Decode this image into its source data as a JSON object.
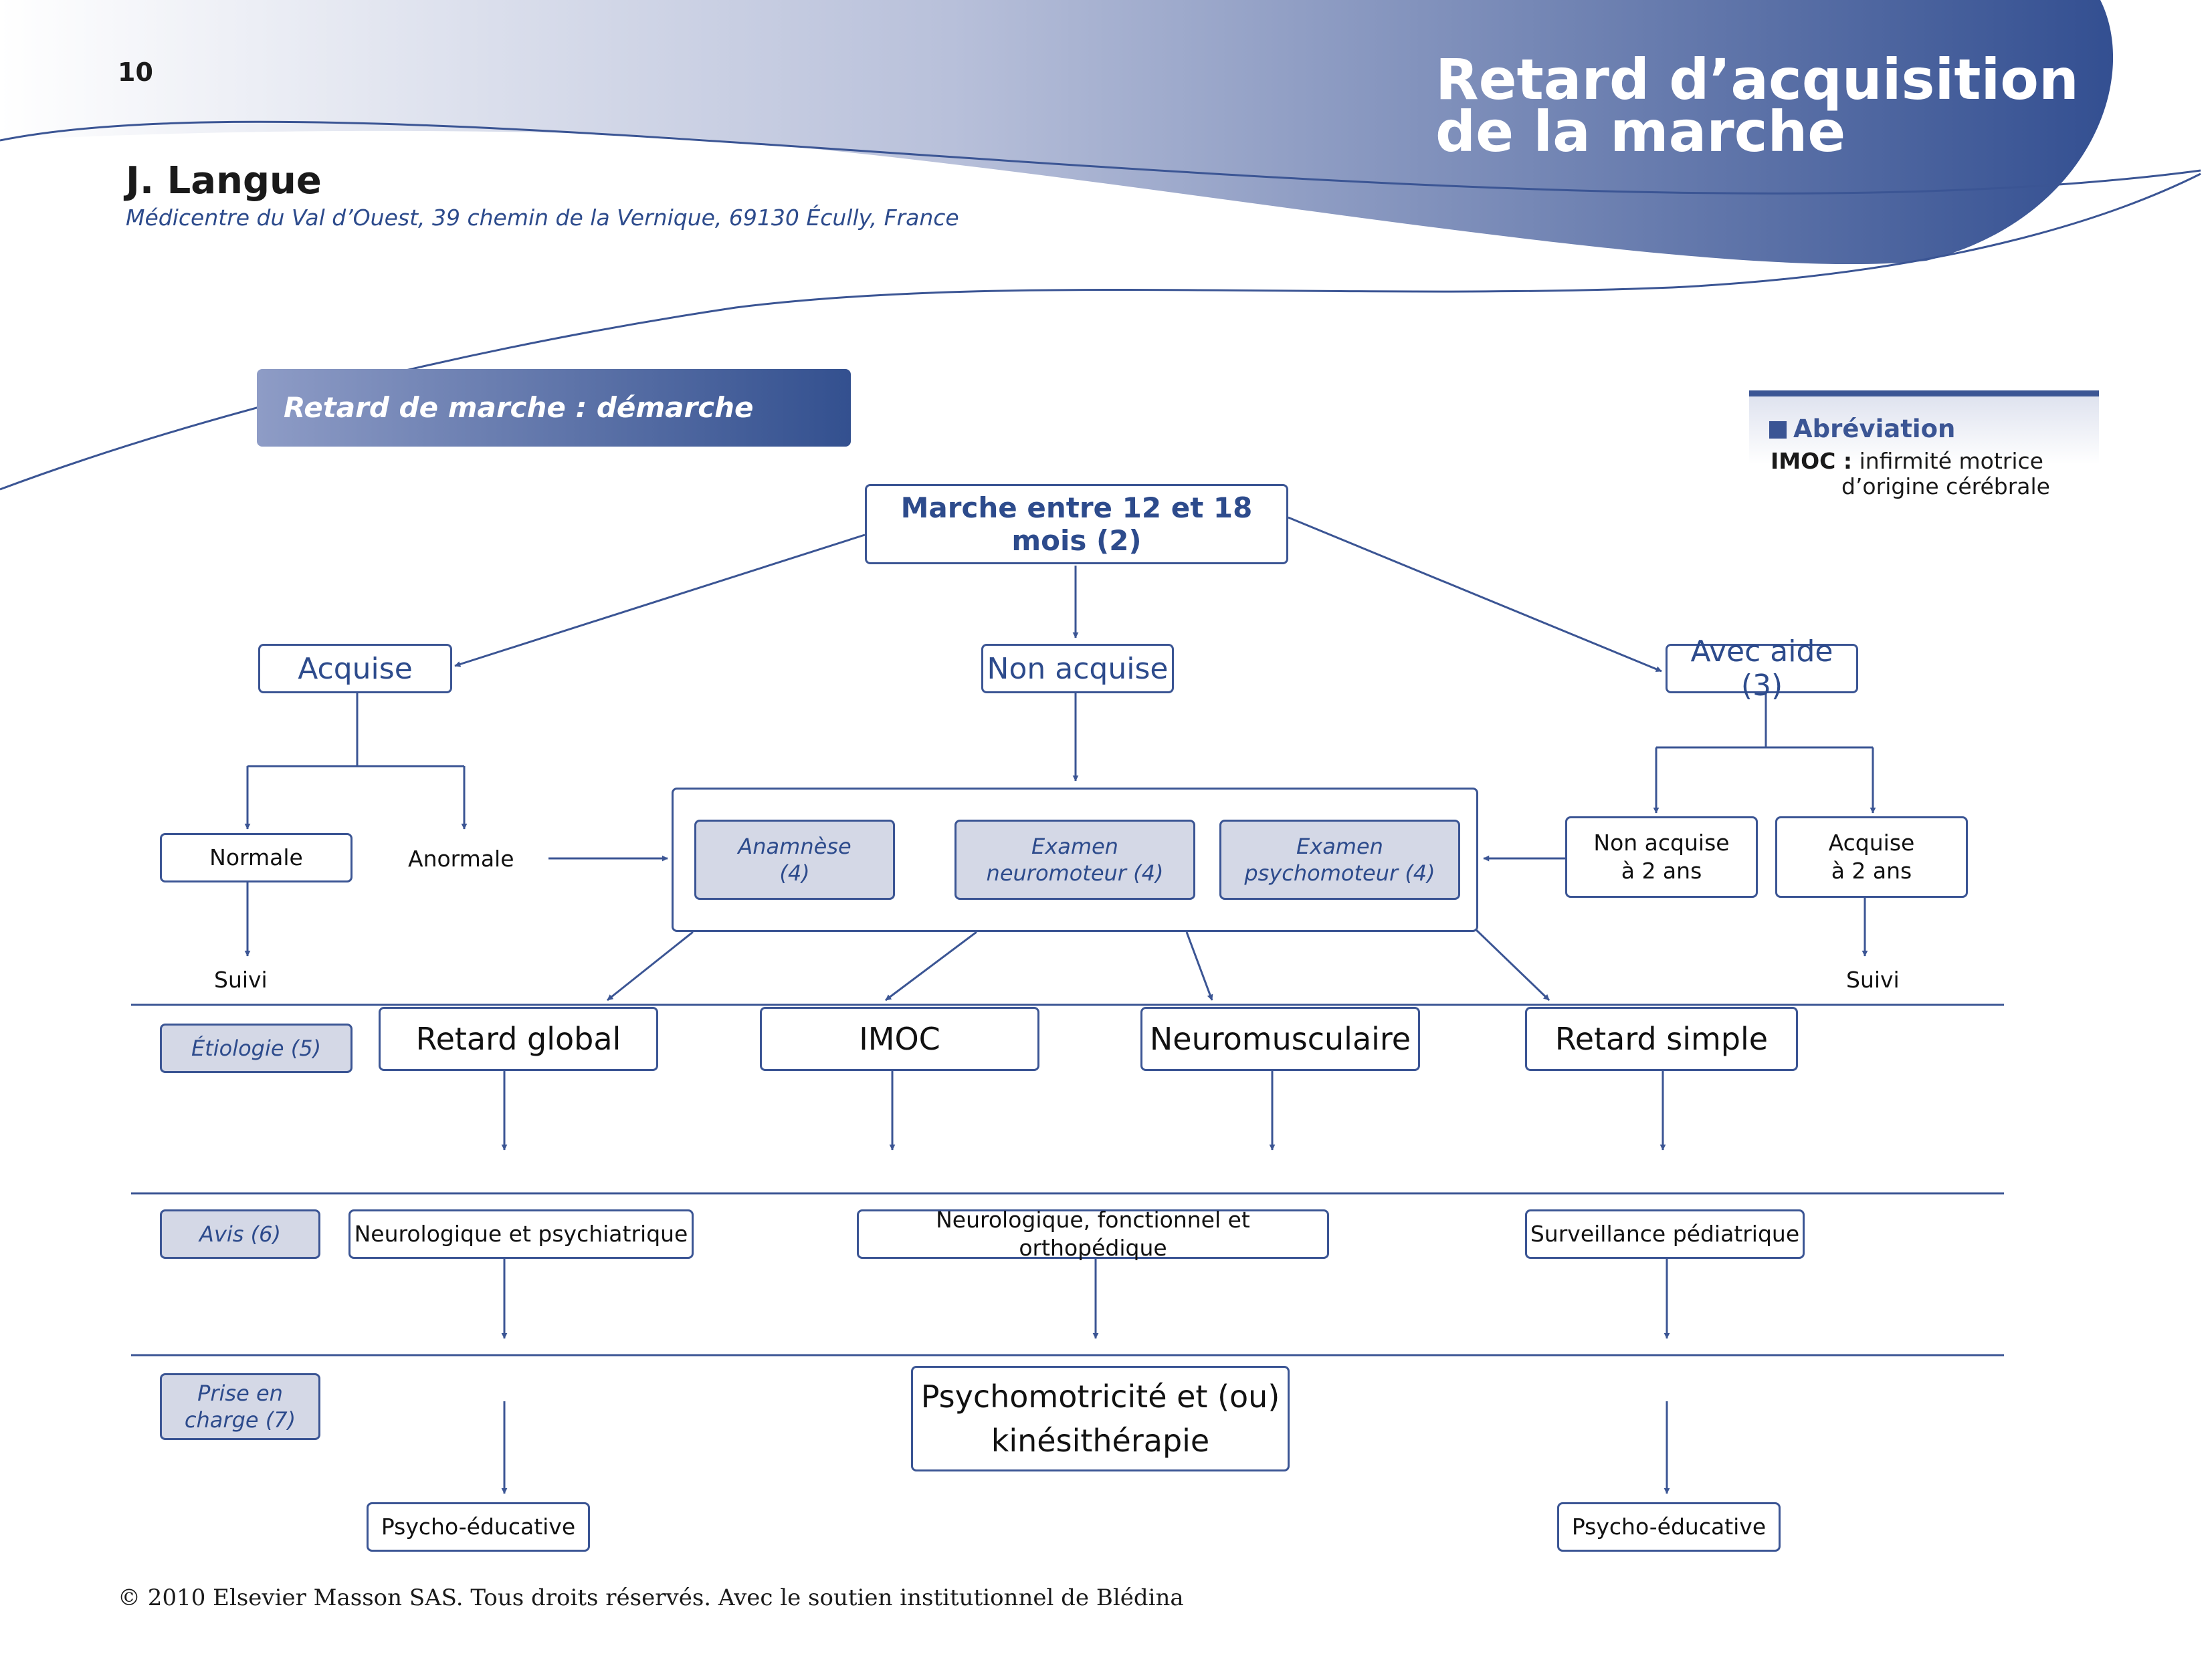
{
  "header": {
    "page_number": "10",
    "title_line1": "Retard d’acquisition",
    "title_line2": "de la marche",
    "author": "J. Langue",
    "affiliation": "Médicentre du Val d’Ouest, 39 chemin de la Vernique, 69130 Écully, France"
  },
  "section_title": "Retard de marche : démarche clinique (1)",
  "abbreviation": {
    "title": "Abréviation",
    "term": "IMOC :",
    "definition_line1": "infirmité motrice",
    "definition_line2": "d’origine cérébrale"
  },
  "diagram": {
    "root": "Marche entre 12 et 18 mois (2)",
    "acquise": "Acquise",
    "non_acquise": "Non acquise",
    "avec_aide": "Avec aide (3)",
    "normale": "Normale",
    "anormale": "Anormale",
    "suivi_left": "Suivi",
    "suivi_right": "Suivi",
    "exam": {
      "anamnese": [
        "Anamnèse",
        "(4)"
      ],
      "neuromoteur": [
        "Examen",
        "neuromoteur (4)"
      ],
      "psychomoteur": [
        "Examen",
        "psychomoteur (4)"
      ]
    },
    "non_acquise_2ans": [
      "Non acquise",
      "à 2 ans"
    ],
    "acquise_2ans": [
      "Acquise",
      "à 2 ans"
    ],
    "row_labels": {
      "etiologie": "Étiologie (5)",
      "avis": "Avis (6)",
      "prise_en_charge": [
        "Prise en",
        "charge (7)"
      ]
    },
    "etiologies": [
      "Retard global",
      "IMOC",
      "Neuromusculaire",
      "Retard simple"
    ],
    "avis": [
      "Neurologique et psychiatrique",
      "Neurologique, fonctionnel et orthopédique",
      "Surveillance pédiatrique"
    ],
    "prise_en_charge": {
      "center": [
        "Psychomotricité et (ou)",
        "kinésithérapie"
      ],
      "left": "Psycho-éducative",
      "right": "Psycho-éducative"
    }
  },
  "footer": "© 2010 Elsevier Masson SAS. Tous droits réservés. Avec le soutien institutionnel de Blédina",
  "colors": {
    "primary": "#3b5594",
    "text_blue": "#2d4b8c",
    "shade": "#d4d8e6"
  }
}
